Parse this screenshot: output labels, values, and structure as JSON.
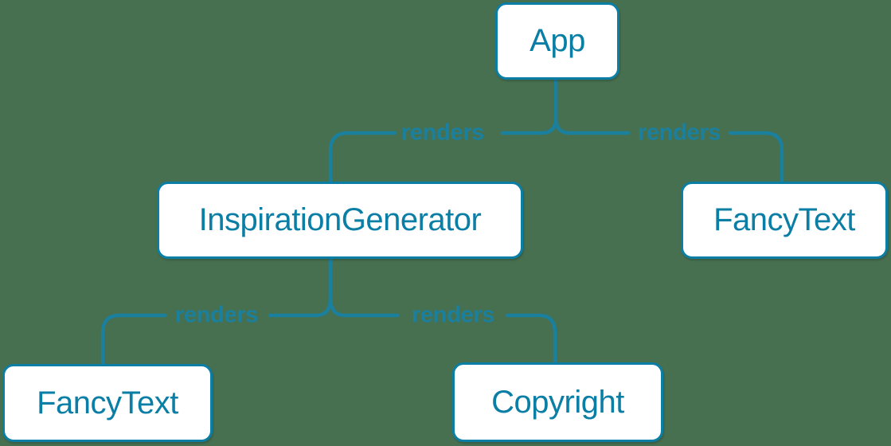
{
  "diagram": {
    "type": "component-render-tree",
    "colors": {
      "background": "#477050",
      "accent": "#0a7ea4",
      "line": "#1b7f9e",
      "node_fill": "#ffffff"
    },
    "nodes": [
      {
        "id": "app",
        "label": "App"
      },
      {
        "id": "inspiration-generator",
        "label": "InspirationGenerator"
      },
      {
        "id": "fancy-text-right",
        "label": "FancyText"
      },
      {
        "id": "fancy-text-left",
        "label": "FancyText"
      },
      {
        "id": "copyright",
        "label": "Copyright"
      }
    ],
    "edges": [
      {
        "from": "App",
        "to": "InspirationGenerator",
        "label": "renders"
      },
      {
        "from": "App",
        "to": "FancyText",
        "label": "renders"
      },
      {
        "from": "InspirationGenerator",
        "to": "FancyText",
        "label": "renders"
      },
      {
        "from": "InspirationGenerator",
        "to": "Copyright",
        "label": "renders"
      }
    ]
  }
}
